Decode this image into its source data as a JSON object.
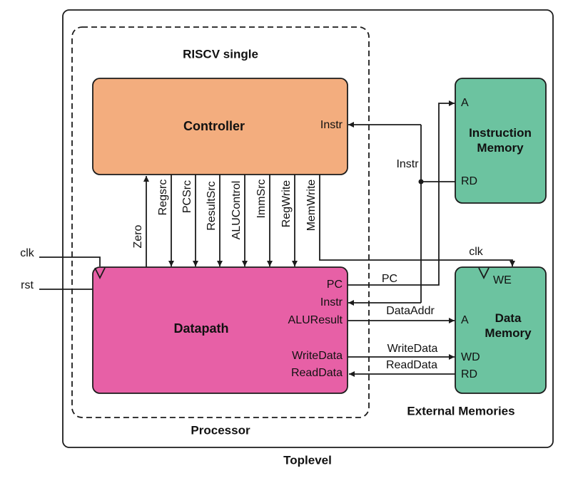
{
  "diagram": {
    "toplevel_label": "Toplevel",
    "processor": {
      "title": "RISCV single",
      "label": "Processor"
    },
    "controller": {
      "title": "Controller",
      "ports": {
        "instr": "Instr"
      }
    },
    "datapath": {
      "title": "Datapath",
      "ports": {
        "pc": "PC",
        "instr": "Instr",
        "aluresult": "ALUResult",
        "writedata": "WriteData",
        "readdata": "ReadData"
      }
    },
    "instruction_memory": {
      "title": "Instruction Memory",
      "ports": {
        "a": "A",
        "rd": "RD"
      }
    },
    "data_memory": {
      "title": "Data Memory",
      "clk_label": "clk",
      "ports": {
        "we": "WE",
        "a": "A",
        "wd": "WD",
        "rd": "RD"
      }
    },
    "external_memories_label": "External Memories",
    "inputs": {
      "clk": "clk",
      "rst": "rst"
    },
    "control_signals": [
      "Zero",
      "Regsrc",
      "PCSrc",
      "ResultSrc",
      "ALUControl",
      "ImmSrc",
      "RegWrite",
      "MemWrite"
    ],
    "wire_labels": {
      "instr": "Instr",
      "pc": "PC",
      "dataaddr": "DataAddr",
      "writedata": "WriteData",
      "readdata": "ReadData"
    },
    "colors": {
      "controller_fill": "#f3ad7e",
      "datapath_fill": "#e760a6",
      "memory_fill": "#6cc3a0",
      "wire": "#1b1b1b"
    }
  }
}
